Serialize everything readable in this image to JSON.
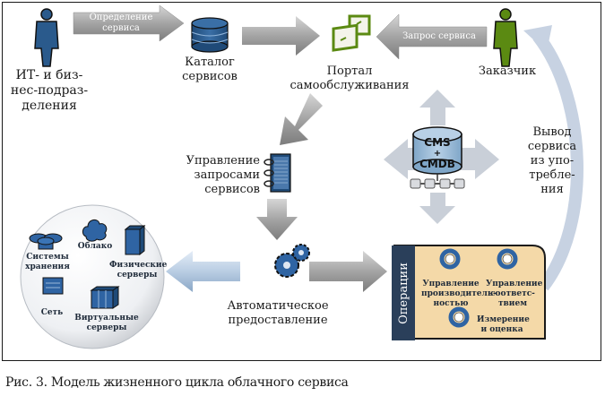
{
  "figure": {
    "caption": "Рис. 3. Модель жизненного цикла облачного сервиса",
    "colors": {
      "actor_blue": "#2a5a8c",
      "actor_green": "#5b8a12",
      "arrow_gray": "#a9a9a9",
      "arrow_light": "#c9d3e0",
      "ops_panel": "#f4d9a8",
      "ops_header": "#2a3f5a"
    }
  },
  "nodes": {
    "it_business": {
      "label": "ИТ- и биз-\nнес-подраз-\nделения",
      "icon": "person-icon"
    },
    "catalog": {
      "label": "Каталог\nсервисов",
      "icon": "database-icon"
    },
    "portal": {
      "label": "Портал\nсамообслуживания",
      "icon": "portal-windows-icon"
    },
    "customer": {
      "label": "Заказчик",
      "icon": "person-icon"
    },
    "request_mgmt": {
      "label": "Управление\nзапросами\nсервисов",
      "icon": "binder-icon"
    },
    "cms_cmdb": {
      "line1": "CMS",
      "line2": "+",
      "line3": "CMDB",
      "icon": "database-icon"
    },
    "retire": {
      "label": "Вывод\nсервиса\nиз упо-\nтребле-\nния"
    },
    "auto_provision": {
      "label": "Автоматическое\nпредоставление",
      "icon": "gears-icon"
    }
  },
  "arrows": {
    "define_service": "Определение\nсервиса",
    "service_request": "Запрос сервиса"
  },
  "resources": {
    "items": [
      {
        "label": "Системы\nхранения",
        "icon": "storage-icon"
      },
      {
        "label": "Облако",
        "icon": "cloud-icon"
      },
      {
        "label": "Физические\nсерверы",
        "icon": "server-icon"
      },
      {
        "label": "Сеть",
        "icon": "network-icon"
      },
      {
        "label": "Виртуальные\nсерверы",
        "icon": "virtual-servers-icon"
      }
    ]
  },
  "operations": {
    "title": "Операции",
    "items": [
      {
        "label": "Управление\nпроизводитель-\nностью"
      },
      {
        "label": "Управление\nсоответс-\nтвием"
      },
      {
        "label": "Измерение\nи оценка"
      }
    ]
  }
}
